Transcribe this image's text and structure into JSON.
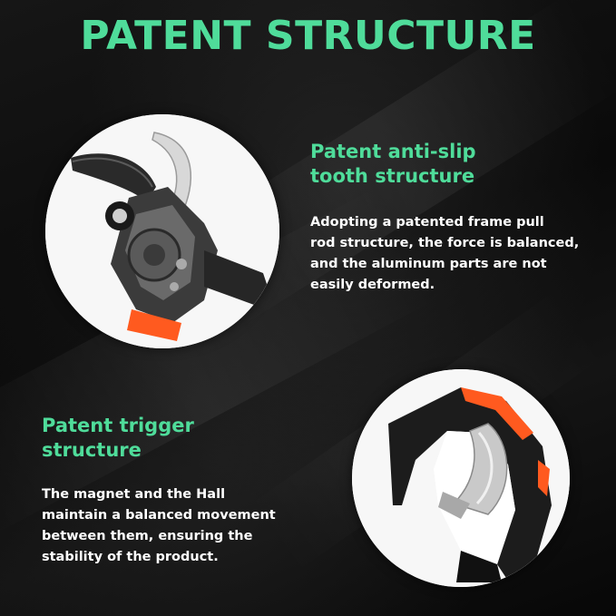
{
  "title": "PATENT STRUCTURE",
  "features": [
    {
      "heading_line1": "Patent anti-slip",
      "heading_line2": "tooth structure",
      "description_lines": [
        "Adopting a patented frame pull",
        "rod structure, the force is balanced,",
        "and the aluminum parts are not",
        "easily deformed."
      ]
    },
    {
      "heading_line1": "Patent trigger",
      "heading_line2": "structure",
      "description_lines": [
        "The magnet and the Hall",
        "maintain a balanced movement",
        "between them, ensuring the",
        "stability of the product."
      ]
    }
  ],
  "colors": {
    "accent_green": "#4fdc9a",
    "text_white": "#ffffff",
    "background": "#0c0c0c",
    "handle_orange": "#ff5a1f"
  },
  "images": {
    "left_circle": "pruner-blade-pivot-closeup",
    "right_circle": "pruner-trigger-handle-closeup"
  }
}
